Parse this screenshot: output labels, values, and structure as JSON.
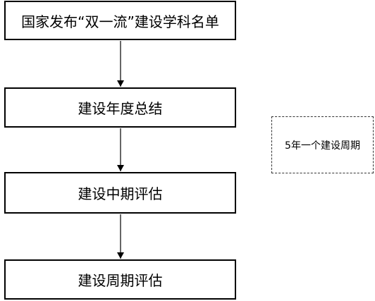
{
  "diagram": {
    "steps": [
      {
        "label": "国家发布“双一流”建设学科名单"
      },
      {
        "label": "建设年度总结"
      },
      {
        "label": "建设中期评估"
      },
      {
        "label": "建设周期评估"
      }
    ],
    "note": {
      "label": "5年一个建设周期"
    }
  }
}
